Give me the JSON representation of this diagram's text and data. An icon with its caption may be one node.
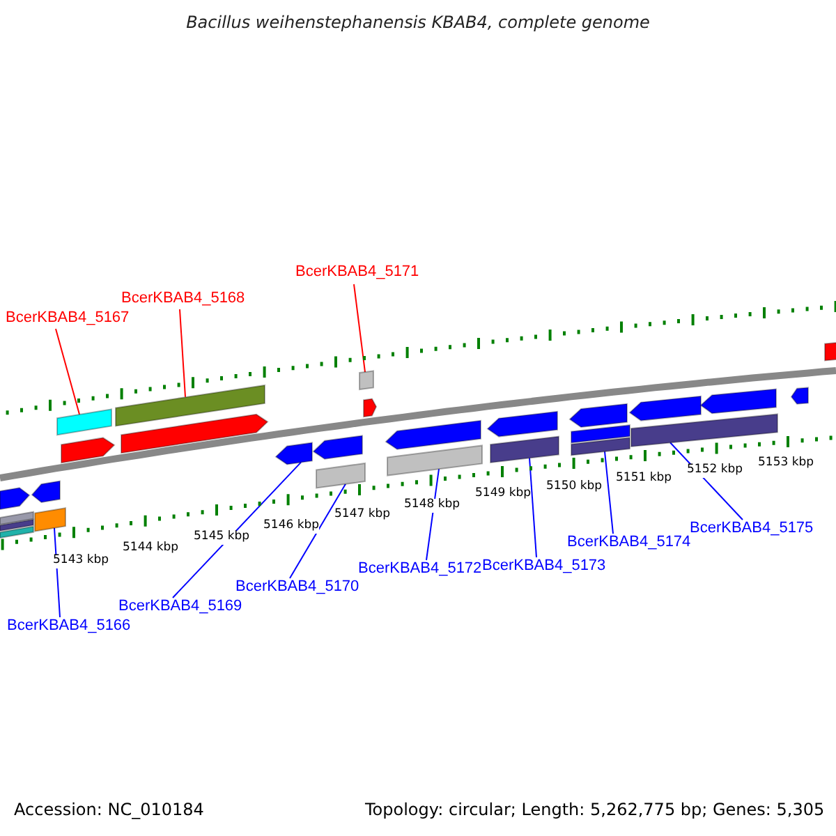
{
  "diagram": {
    "title": "Bacillus weihenstephanensis KBAB4, complete genome",
    "nodes": [
      {
        "text": [
          "BcerKBAB4_5171"
        ]
      },
      {
        "text": [
          "BcerKBAB4_5168"
        ]
      },
      {
        "text": [
          "BcerKBAB4_5167"
        ]
      },
      {
        "text": [
          "BcerKBAB4_5175"
        ]
      },
      {
        "text": [
          "BcerKBAB4_5174"
        ]
      },
      {
        "text": [
          "BcerKBAB4_5173"
        ]
      },
      {
        "text": [
          "BcerKBAB4_5172"
        ]
      },
      {
        "text": [
          "BcerKBAB4_5170"
        ]
      },
      {
        "text": [
          "BcerKBAB4_5169"
        ]
      },
      {
        "text": [
          "BcerKBAB4_5166"
        ]
      },
      {
        "text": [],
        "shape": "arrow"
      },
      {
        "text": [],
        "shape": "box"
      },
      {
        "text": [],
        "shape": "box"
      },
      {
        "text": [],
        "shape": "box"
      },
      {
        "text": [],
        "shape": "arrow"
      },
      {
        "text": [],
        "shape": "box"
      },
      {
        "text": [],
        "shape": "box"
      },
      {
        "text": [],
        "shape": "arrow"
      },
      {
        "text": [],
        "shape": "box"
      },
      {
        "text": [],
        "shape": "arrow"
      },
      {
        "text": [],
        "shape": "arrow"
      },
      {
        "text": [],
        "shape": "arrow"
      },
      {
        "text": [],
        "shape": "box"
      },
      {
        "text": [],
        "shape": "box"
      },
      {
        "text": [],
        "shape": "arrow"
      },
      {
        "text": [],
        "shape": "arrow"
      },
      {
        "text": [],
        "shape": "box"
      },
      {
        "text": [],
        "shape": "arrow"
      },
      {
        "text": [],
        "shape": "box"
      },
      {
        "text": [],
        "shape": "arrow"
      },
      {
        "text": [],
        "shape": "box"
      },
      {
        "text": [],
        "shape": "box"
      },
      {
        "text": [],
        "shape": "arrow"
      },
      {
        "text": [],
        "shape": "box"
      },
      {
        "text": [],
        "shape": "arrow"
      },
      {
        "text": [],
        "shape": "arrow"
      },
      {
        "text": [],
        "shape": "box"
      }
    ],
    "edges": [
      {
        "from": 0,
        "to": 23,
        "arrow": "none",
        "color": "#ff0000"
      },
      {
        "from": 1,
        "to": 18,
        "arrow": "none",
        "color": "#ff0000"
      },
      {
        "from": 2,
        "to": 16,
        "arrow": "none",
        "color": "#ff0000"
      },
      {
        "from": 3,
        "to": 33,
        "arrow": "none"
      },
      {
        "from": 4,
        "to": 31,
        "arrow": "none"
      },
      {
        "from": 5,
        "to": 28,
        "arrow": "none"
      },
      {
        "from": 6,
        "to": 26,
        "arrow": "none"
      },
      {
        "from": 7,
        "to": 22,
        "arrow": "none"
      },
      {
        "from": 8,
        "to": 20,
        "arrow": "none"
      },
      {
        "from": 9,
        "to": 15,
        "arrow": "none"
      }
    ],
    "labels": [
      "5153 kbp",
      "5152 kbp",
      "5151 kbp",
      "5150 kbp",
      "5149 kbp",
      "5148 kbp",
      "5147 kbp",
      "5146 kbp",
      "5145 kbp",
      "5144 kbp",
      "5143 kbp",
      "Accession: NC_010184",
      "Topology: circular; Length: 5,262,775 bp; Genes: 5,305"
    ]
  }
}
